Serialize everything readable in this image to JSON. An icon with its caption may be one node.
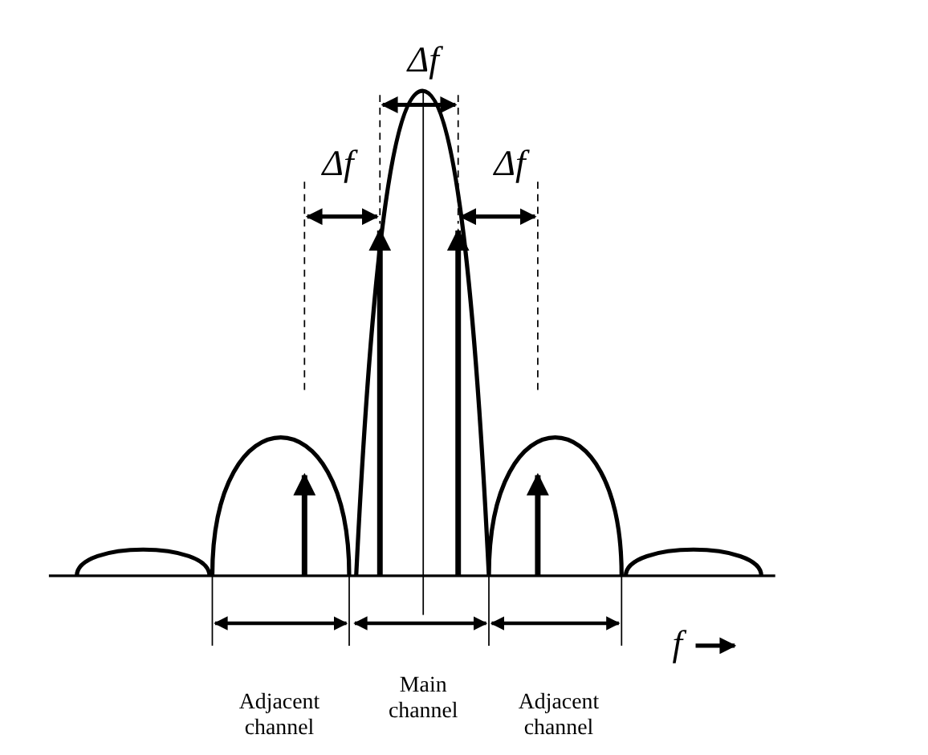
{
  "diagram": {
    "labels": [
      "Δf",
      "Δf",
      "Δf",
      "f",
      "Adjacent channel",
      "Main channel",
      "Adjacent channel"
    ]
  }
}
